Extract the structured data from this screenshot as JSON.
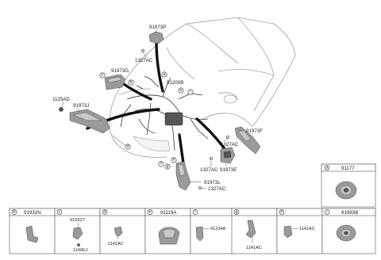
{
  "main_labels": {
    "l_91973P": "91973P",
    "l_1327AC_top": "1327AC",
    "l_91973G": "91973G",
    "l_91200B": "91200B",
    "l_1125AD": "1125AD",
    "l_91973J": "91973J",
    "l_91973F": "91973F",
    "l_1327AC_right": "1327AC",
    "l_1327AC_mid": "1327AC",
    "l_91973E": "91973E",
    "l_91973L": "91973L",
    "l_1327AC_bot": "1327AC"
  },
  "callouts": {
    "a": "a",
    "b": "b",
    "c": "c",
    "d": "d",
    "e": "e",
    "f": "f",
    "g": "g",
    "h": "h",
    "i": "i"
  },
  "panels": {
    "a": {
      "letter": "a",
      "part": "91177"
    },
    "b": {
      "letter": "b",
      "part": "91932N"
    },
    "c": {
      "letter": "c",
      "part": "91932T",
      "sub": "1140EJ"
    },
    "d": {
      "letter": "d",
      "sub": "1141AC"
    },
    "e": {
      "letter": "e",
      "part": "91119A"
    },
    "f": {
      "letter": "f",
      "sub": "91234A"
    },
    "g": {
      "letter": "g",
      "sub": "1141AC"
    },
    "h": {
      "letter": "h",
      "sub": "1141AC"
    },
    "i": {
      "letter": "i",
      "part": "91983B"
    }
  },
  "colors": {
    "line": "#333333",
    "harness": "#111111",
    "part_fill": "#9a9a9a"
  }
}
